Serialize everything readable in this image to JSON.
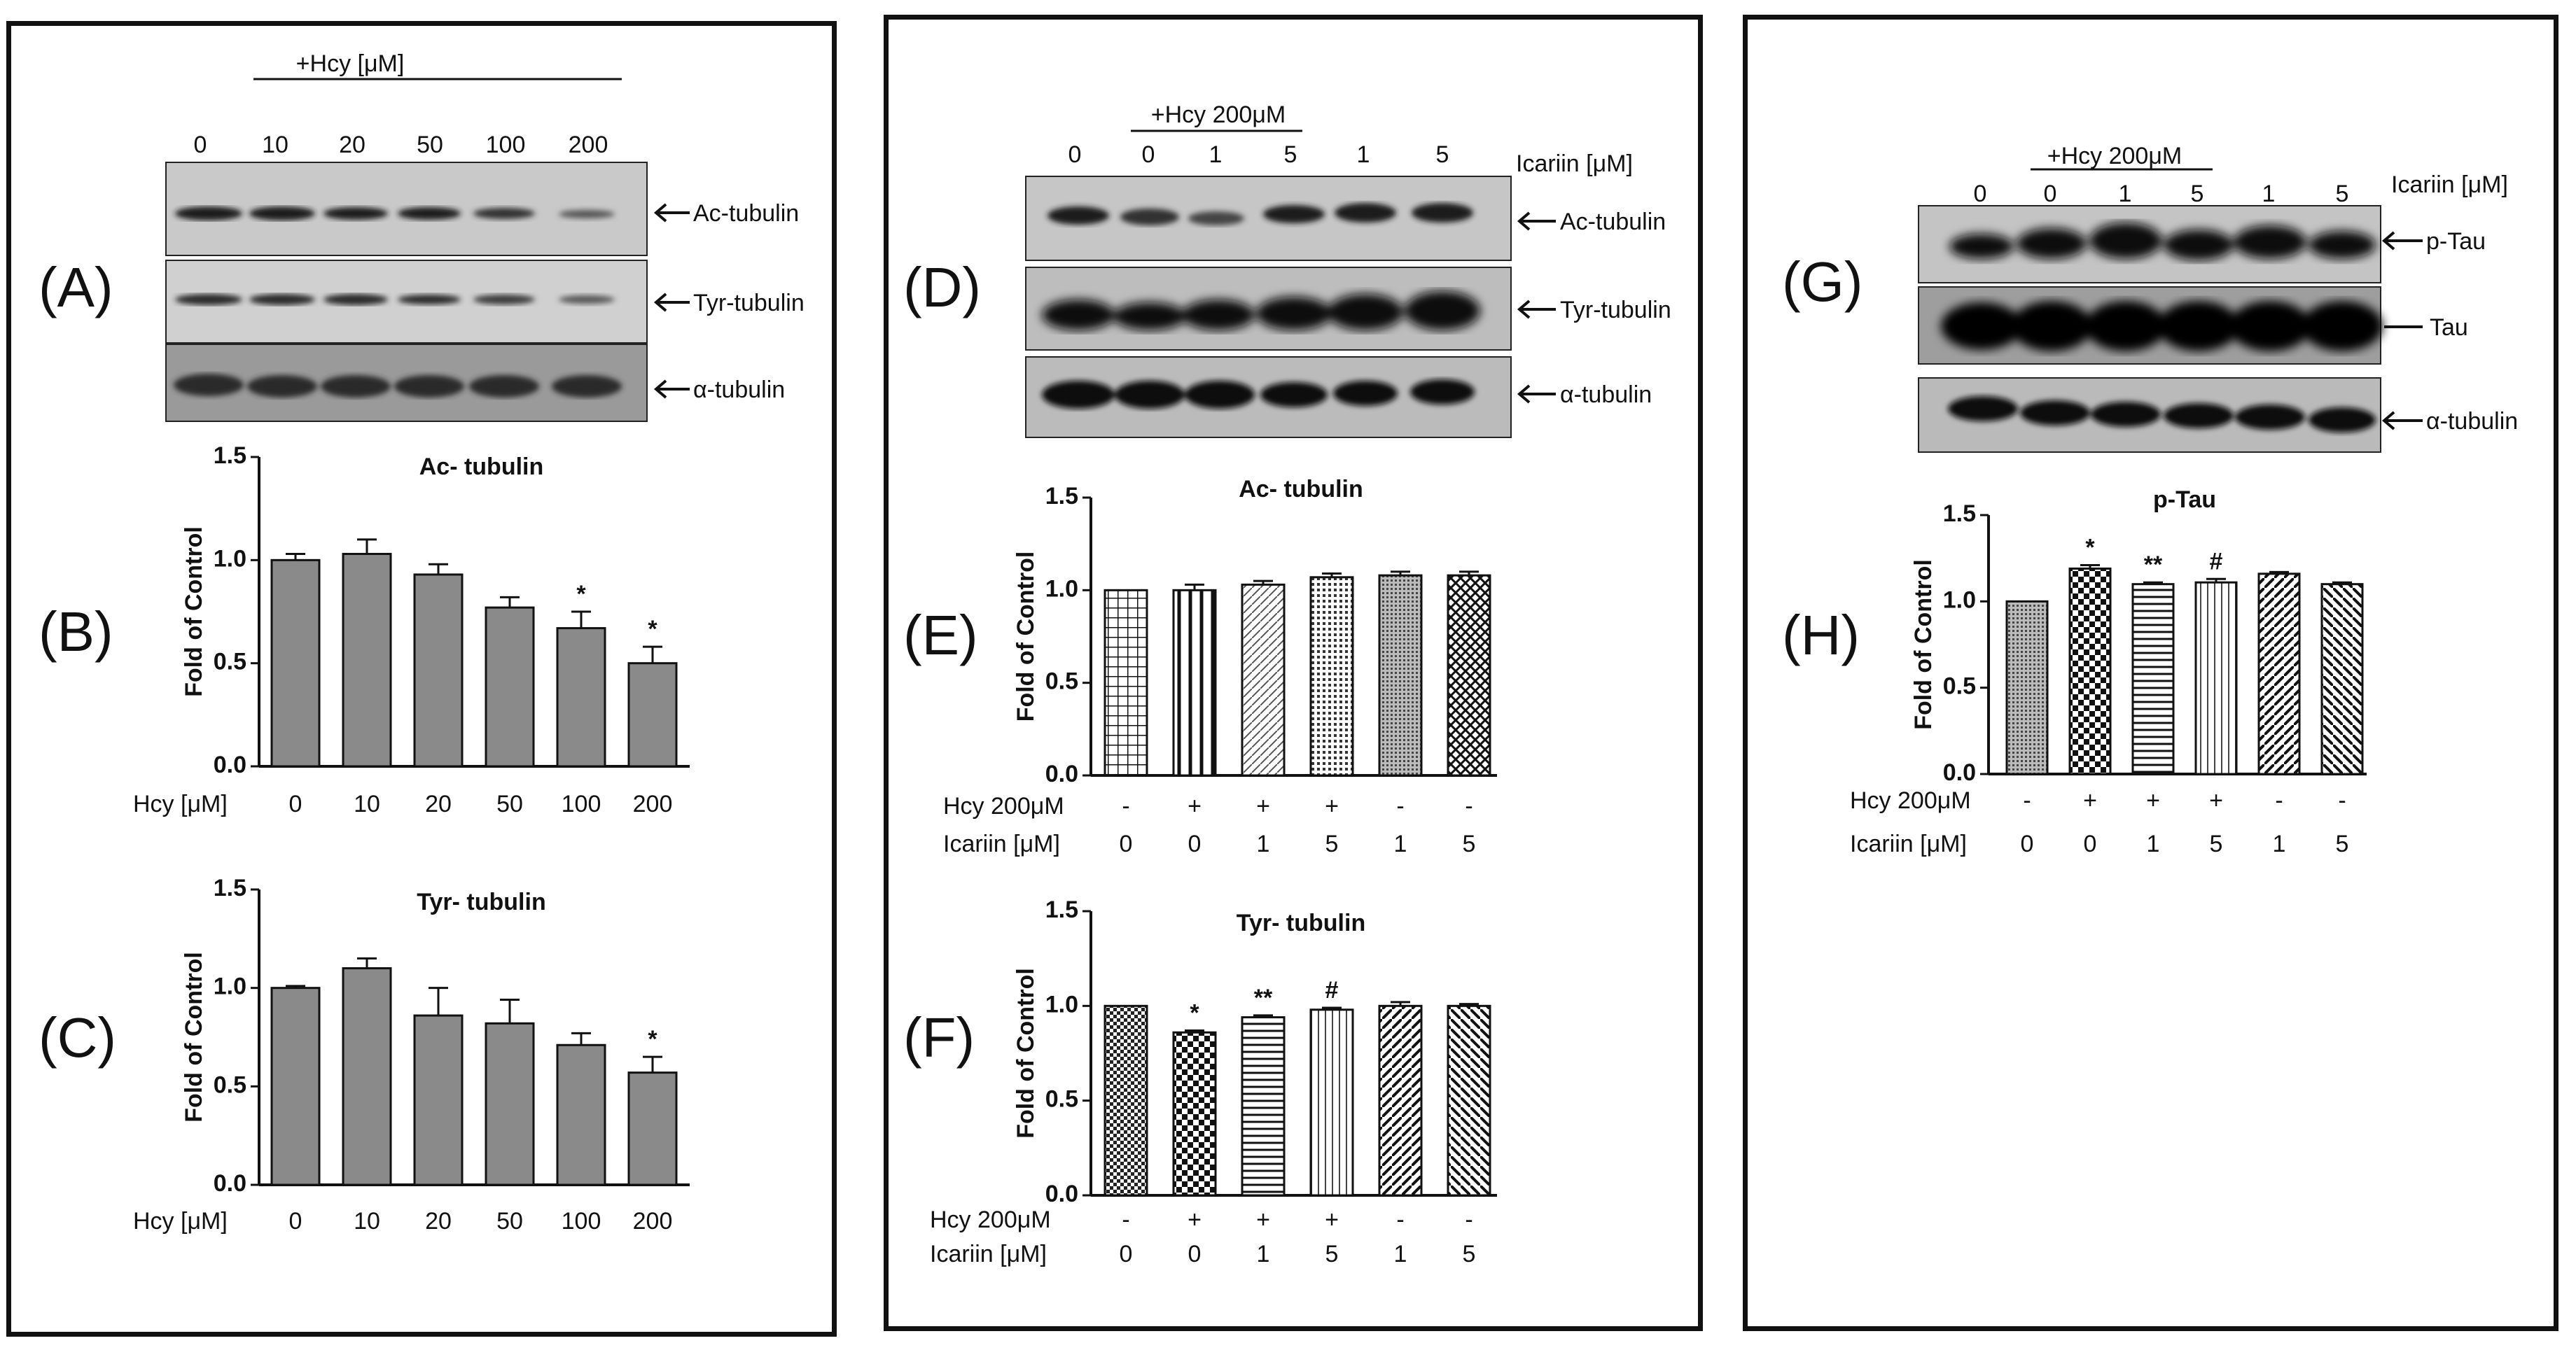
{
  "panel_letters": [
    "(A)",
    "(B)",
    "(C)",
    "(D)",
    "(E)",
    "(F)",
    "(G)",
    "(H)"
  ],
  "blotA": {
    "group_label": "+Hcy [μM]",
    "lane_labels": [
      "0",
      "10",
      "20",
      "50",
      "100",
      "200"
    ],
    "band_labels": [
      "Ac-tubulin",
      "Tyr-tubulin",
      "α-tubulin"
    ]
  },
  "blotD": {
    "group_label": "+Hcy 200μM",
    "axis_label": "Icariin [μM]",
    "lane_labels": [
      "0",
      "0",
      "1",
      "5",
      "1",
      "5"
    ],
    "band_labels": [
      "Ac-tubulin",
      "Tyr-tubulin",
      "α-tubulin"
    ]
  },
  "blotG": {
    "group_label": "+Hcy 200μM",
    "axis_label": "Icariin [μM]",
    "lane_labels": [
      "0",
      "0",
      "1",
      "5",
      "1",
      "5"
    ],
    "band_labels": [
      "p-Tau",
      "Tau",
      "α-tubulin"
    ]
  },
  "chart_data": [
    {
      "id": "B",
      "type": "bar",
      "title": "Ac- tubulin",
      "ylabel": "Fold of Control",
      "ylim": [
        0,
        1.5
      ],
      "yticks": [
        "0.0",
        "0.5",
        "1.0",
        "1.5"
      ],
      "row_labels": [
        "Hcy [μM]"
      ],
      "rows": [
        [
          "0",
          "10",
          "20",
          "50",
          "100",
          "200"
        ]
      ],
      "values": [
        1.0,
        1.03,
        0.93,
        0.77,
        0.67,
        0.5
      ],
      "errors": [
        0.03,
        0.07,
        0.05,
        0.05,
        0.08,
        0.08
      ],
      "marks": [
        "",
        "",
        "",
        "",
        "*",
        "*"
      ],
      "color": "#8a8a8a"
    },
    {
      "id": "C",
      "type": "bar",
      "title": "Tyr- tubulin",
      "ylabel": "Fold of Control",
      "ylim": [
        0,
        1.5
      ],
      "yticks": [
        "0.0",
        "0.5",
        "1.0",
        "1.5"
      ],
      "row_labels": [
        "Hcy [μM]"
      ],
      "rows": [
        [
          "0",
          "10",
          "20",
          "50",
          "100",
          "200"
        ]
      ],
      "values": [
        1.0,
        1.1,
        0.86,
        0.82,
        0.71,
        0.57
      ],
      "errors": [
        0.01,
        0.05,
        0.14,
        0.12,
        0.06,
        0.08
      ],
      "marks": [
        "",
        "",
        "",
        "",
        "",
        "*"
      ],
      "color": "#8a8a8a"
    },
    {
      "id": "E",
      "type": "bar",
      "title": "Ac- tubulin",
      "ylabel": "Fold of Control",
      "ylim": [
        0,
        1.5
      ],
      "yticks": [
        "0.0",
        "0.5",
        "1.0",
        "1.5"
      ],
      "row_labels": [
        "Hcy 200μM",
        "Icariin [μM]"
      ],
      "rows": [
        [
          "-",
          "+",
          "+",
          "+",
          "-",
          "-"
        ],
        [
          "0",
          "0",
          "1",
          "5",
          "1",
          "5"
        ]
      ],
      "values": [
        1.0,
        1.0,
        1.03,
        1.07,
        1.08,
        1.08
      ],
      "errors": [
        0.0,
        0.03,
        0.02,
        0.02,
        0.02,
        0.02
      ],
      "marks": [
        "",
        "",
        "",
        "",
        "",
        ""
      ],
      "patterns": [
        "grid",
        "vlines",
        "diag",
        "dots",
        "dense",
        "cross"
      ]
    },
    {
      "id": "F",
      "type": "bar",
      "title": "Tyr- tubulin",
      "ylabel": "Fold of Control",
      "ylim": [
        0,
        1.5
      ],
      "yticks": [
        "0.0",
        "0.5",
        "1.0",
        "1.5"
      ],
      "row_labels": [
        "Hcy 200μM",
        "Icariin [μM]"
      ],
      "rows": [
        [
          "-",
          "+",
          "+",
          "+",
          "-",
          "-"
        ],
        [
          "0",
          "0",
          "1",
          "5",
          "1",
          "5"
        ]
      ],
      "values": [
        1.0,
        0.86,
        0.94,
        0.98,
        1.0,
        1.0
      ],
      "errors": [
        0.0,
        0.01,
        0.01,
        0.01,
        0.02,
        0.01
      ],
      "marks": [
        "",
        "*",
        "**",
        "#",
        "",
        ""
      ],
      "patterns": [
        "check",
        "bigcheck",
        "hlines",
        "vthin",
        "diag2",
        "antidiag"
      ]
    },
    {
      "id": "H",
      "type": "bar",
      "title": "p-Tau",
      "ylabel": "Fold of Control",
      "ylim": [
        0,
        1.5
      ],
      "yticks": [
        "0.0",
        "0.5",
        "1.0",
        "1.5"
      ],
      "row_labels": [
        "Hcy 200μM",
        "Icariin [μM]"
      ],
      "rows": [
        [
          "-",
          "+",
          "+",
          "+",
          "-",
          "-"
        ],
        [
          "0",
          "0",
          "1",
          "5",
          "1",
          "5"
        ]
      ],
      "values": [
        1.0,
        1.19,
        1.1,
        1.11,
        1.16,
        1.1
      ],
      "errors": [
        0.0,
        0.02,
        0.01,
        0.02,
        0.01,
        0.01
      ],
      "marks": [
        "",
        "*",
        "**",
        "#",
        "",
        ""
      ],
      "patterns": [
        "dense",
        "bigcheck",
        "hlines",
        "vthin",
        "diag2",
        "antidiag"
      ]
    }
  ]
}
